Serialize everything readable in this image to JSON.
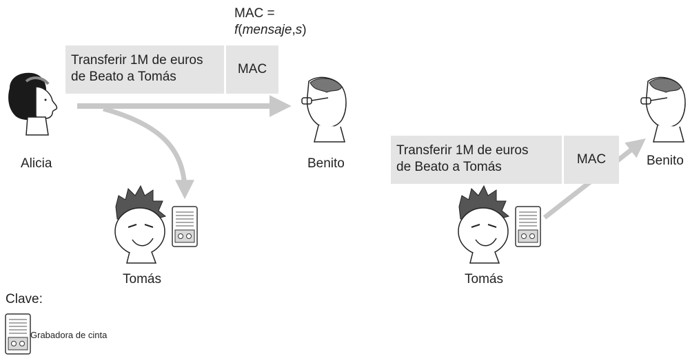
{
  "formula": {
    "prefix": "MAC =",
    "func": "f",
    "arg1": "mensaje",
    "arg2": "s"
  },
  "left_message": {
    "line1": "Transferir 1M de euros",
    "line2": "de Beato a Tomás",
    "tag": "MAC"
  },
  "right_message": {
    "line1": "Transferir 1M de euros",
    "line2": "de Beato a Tomás",
    "tag": "MAC"
  },
  "people": {
    "alicia": "Alicia",
    "benito_left": "Benito",
    "tomas_left": "Tomás",
    "benito_right": "Benito",
    "tomas_right": "Tomás"
  },
  "key": {
    "title": "Clave:",
    "recorder_label": "Grabadora de cinta"
  },
  "colors": {
    "arrow": "#c8c8c8",
    "box": "#e4e4e4",
    "ink": "#222222"
  }
}
